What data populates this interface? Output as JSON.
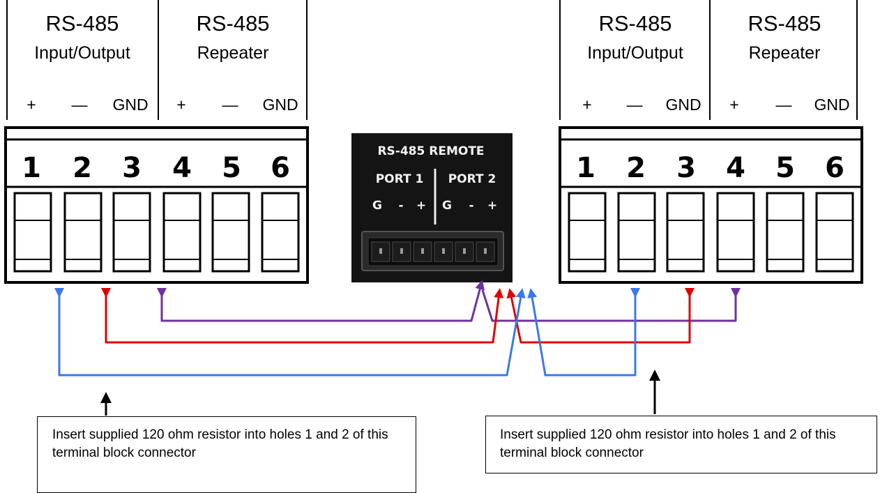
{
  "left_block": {
    "group1_title": "RS-485",
    "group1_subtitle": "Input/Output",
    "group2_title": "RS-485",
    "group2_subtitle": "Repeater",
    "polarity": [
      "+",
      "—",
      "GND",
      "+",
      "—",
      "GND"
    ],
    "pins": [
      "1",
      "2",
      "3",
      "4",
      "5",
      "6"
    ]
  },
  "right_block": {
    "group1_title": "RS-485",
    "group1_subtitle": "Input/Output",
    "group2_title": "RS-485",
    "group2_subtitle": "Repeater",
    "polarity": [
      "+",
      "—",
      "GND",
      "+",
      "—",
      "GND"
    ],
    "pins": [
      "1",
      "2",
      "3",
      "4",
      "5",
      "6"
    ]
  },
  "remote": {
    "title": "RS-485 REMOTE",
    "port1": "PORT 1",
    "port2": "PORT 2",
    "port1_pins": [
      "G",
      "-",
      "+"
    ],
    "port2_pins": [
      "G",
      "-",
      "+"
    ]
  },
  "notes": {
    "left": "Insert supplied 120 ohm resistor into holes 1 and 2 of this terminal block connector",
    "right": "Insert supplied 120 ohm resistor into holes 1 and 2 of this terminal block connector"
  },
  "colors": {
    "ground_wire": "#7030a0",
    "minus_wire": "#e00000",
    "plus_wire": "#3a78ee",
    "pointer_arrow": "#000000",
    "remote_panel": "#111111"
  }
}
